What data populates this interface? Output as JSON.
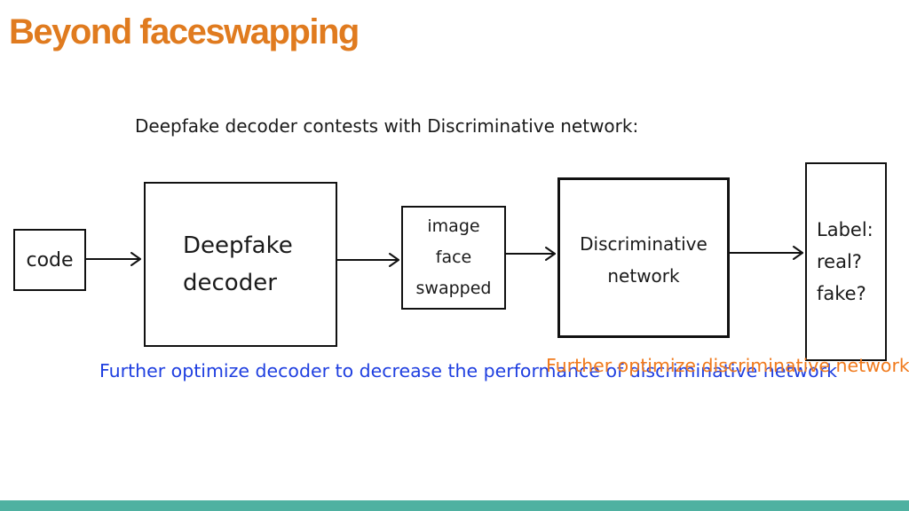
{
  "slide": {
    "title": "Beyond faceswapping",
    "subtitle": "Deepfake decoder contests with Discriminative network:"
  },
  "diagram": {
    "nodes": {
      "code": "code",
      "decoder": "Deepfake\ndecoder",
      "image": "image\nface\nswapped",
      "discriminator": "Discriminative\nnetwork",
      "label": "Label:\nreal?\nfake?"
    },
    "notes": {
      "decoder": "Further optimize decoder\nto decrease the performance\nof discriminative network",
      "discriminator": "Further optimize\ndiscriminative network\nto better recognize\nfake images"
    }
  },
  "colors": {
    "title": "#e07b1f",
    "decoder_note": "#1f3fe0",
    "discriminator_note": "#f07a1d",
    "bottom_bar": "#4fb1a1"
  }
}
